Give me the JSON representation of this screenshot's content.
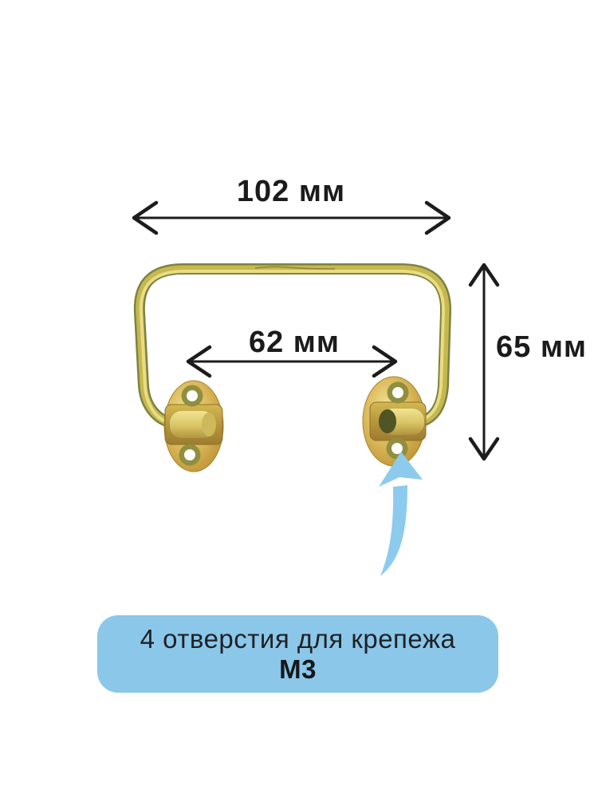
{
  "background": "#ffffff",
  "dimensions": {
    "overall_width": "102 мм",
    "mount_spacing": "62 мм",
    "height": "65 мм"
  },
  "callout": {
    "line1": "4 отверстия для крепежа",
    "line2": "М3"
  },
  "colors": {
    "dimension_ink": "#1c1c1c",
    "callout_bg": "#8bc7e9",
    "callout_text": "#1f2125",
    "pointer_arrow_blue": "#8ccbee",
    "brass_gold": "#d9b95a",
    "wire_olive": "#7c8340"
  }
}
